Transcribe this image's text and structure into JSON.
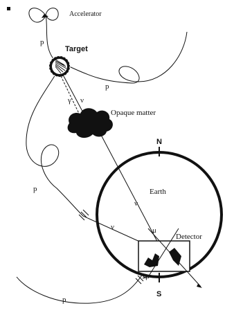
{
  "labels": {
    "accelerator": "Accelerator",
    "target": "Target",
    "opaque_matter": "Opaque matter",
    "north": "N",
    "south": "S",
    "earth": "Earth",
    "detector": "Detector"
  },
  "particles": {
    "proton": "p",
    "gamma": "γ",
    "neutrino": "ν",
    "muon": "μ"
  }
}
